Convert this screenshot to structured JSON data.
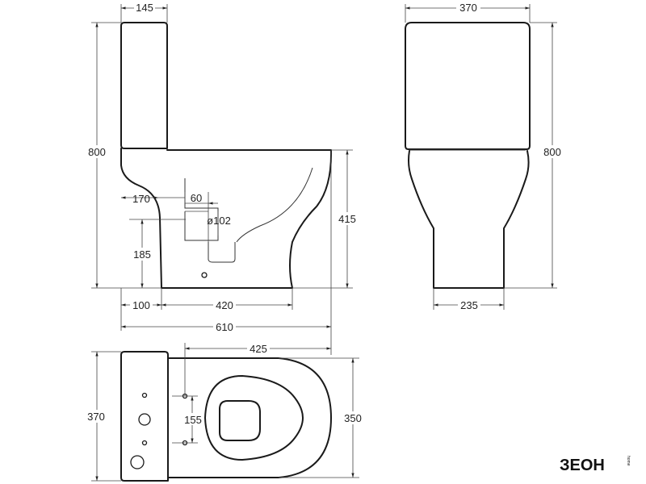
{
  "dimensions": {
    "side_tank_width": "145",
    "front_tank_width": "370",
    "side_height": "800",
    "front_height": "800",
    "outlet_from_wall": "170",
    "outlet_offset": "60",
    "outlet_diameter": "ø102",
    "bowl_height": "415",
    "outlet_height": "185",
    "base_setback": "100",
    "base_length": "420",
    "total_depth": "610",
    "front_base_width": "235",
    "bowl_depth": "425",
    "top_width": "370",
    "bolt_spacing": "155",
    "bowl_width": "350"
  },
  "logo": {
    "main": "ЗЕОН",
    "sub": "home"
  }
}
